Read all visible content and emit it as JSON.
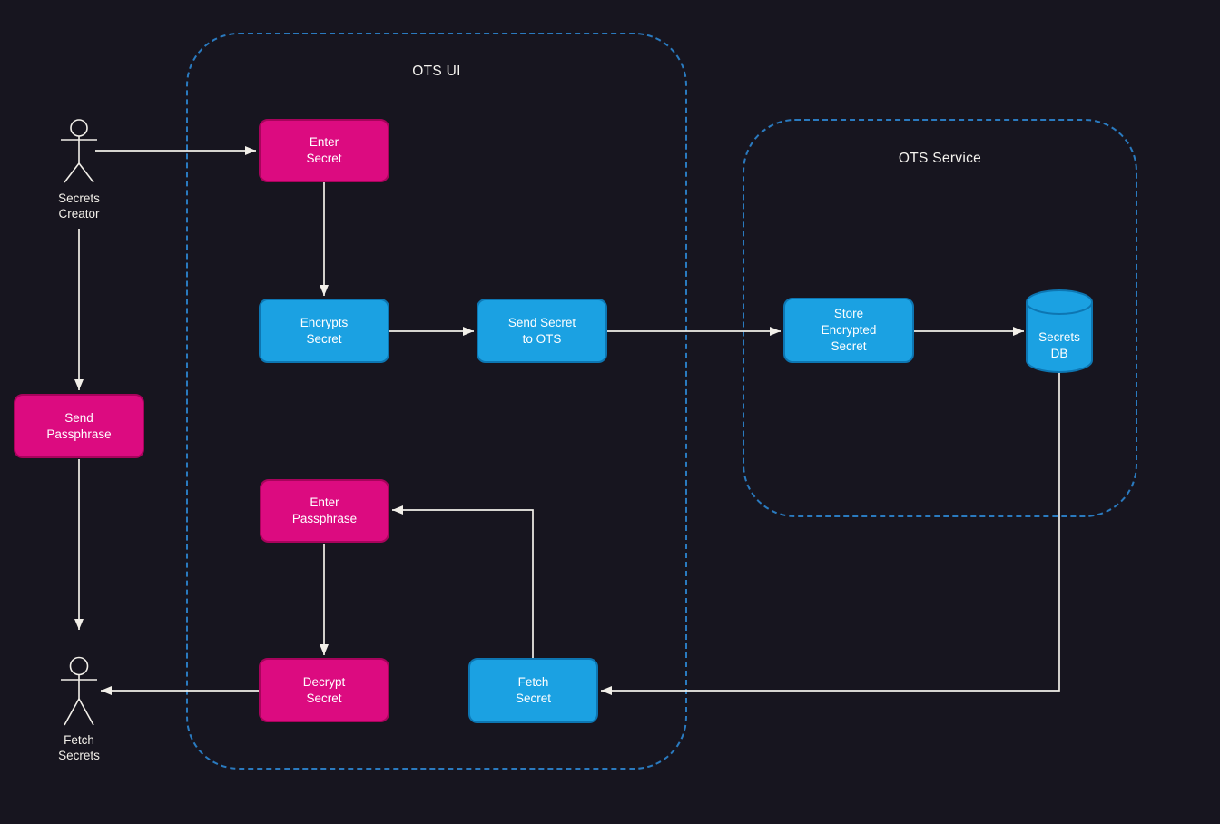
{
  "containers": {
    "ots_ui": {
      "title": "OTS UI"
    },
    "ots_service": {
      "title": "OTS Service"
    }
  },
  "actors": {
    "secrets_creator": {
      "line1": "Secrets",
      "line2": "Creator"
    },
    "fetch_secrets": {
      "line1": "Fetch",
      "line2": "Secrets"
    }
  },
  "nodes": {
    "enter_secret": {
      "line1": "Enter",
      "line2": "Secret"
    },
    "encrypts_secret": {
      "line1": "Encrypts",
      "line2": "Secret"
    },
    "send_secret_to_ots": {
      "line1": "Send Secret",
      "line2": "to OTS"
    },
    "store_encrypted_secret": {
      "line1": "Store",
      "line2": "Encrypted",
      "line3": "Secret"
    },
    "secrets_db": {
      "line1": "Secrets",
      "line2": "DB"
    },
    "send_passphrase": {
      "line1": "Send",
      "line2": "Passphrase"
    },
    "enter_passphrase": {
      "line1": "Enter",
      "line2": "Passphrase"
    },
    "decrypt_secret": {
      "line1": "Decrypt",
      "line2": "Secret"
    },
    "fetch_secret": {
      "line1": "Fetch",
      "line2": "Secret"
    }
  },
  "colors": {
    "background": "#17151f",
    "magenta_fill": "#dc0b80",
    "magenta_border": "#a8035c",
    "blue_fill": "#1ba1e2",
    "blue_border": "#0d76b2",
    "container_dash": "#2a7abf",
    "connector": "#f2efe9",
    "text": "#ffffff"
  }
}
